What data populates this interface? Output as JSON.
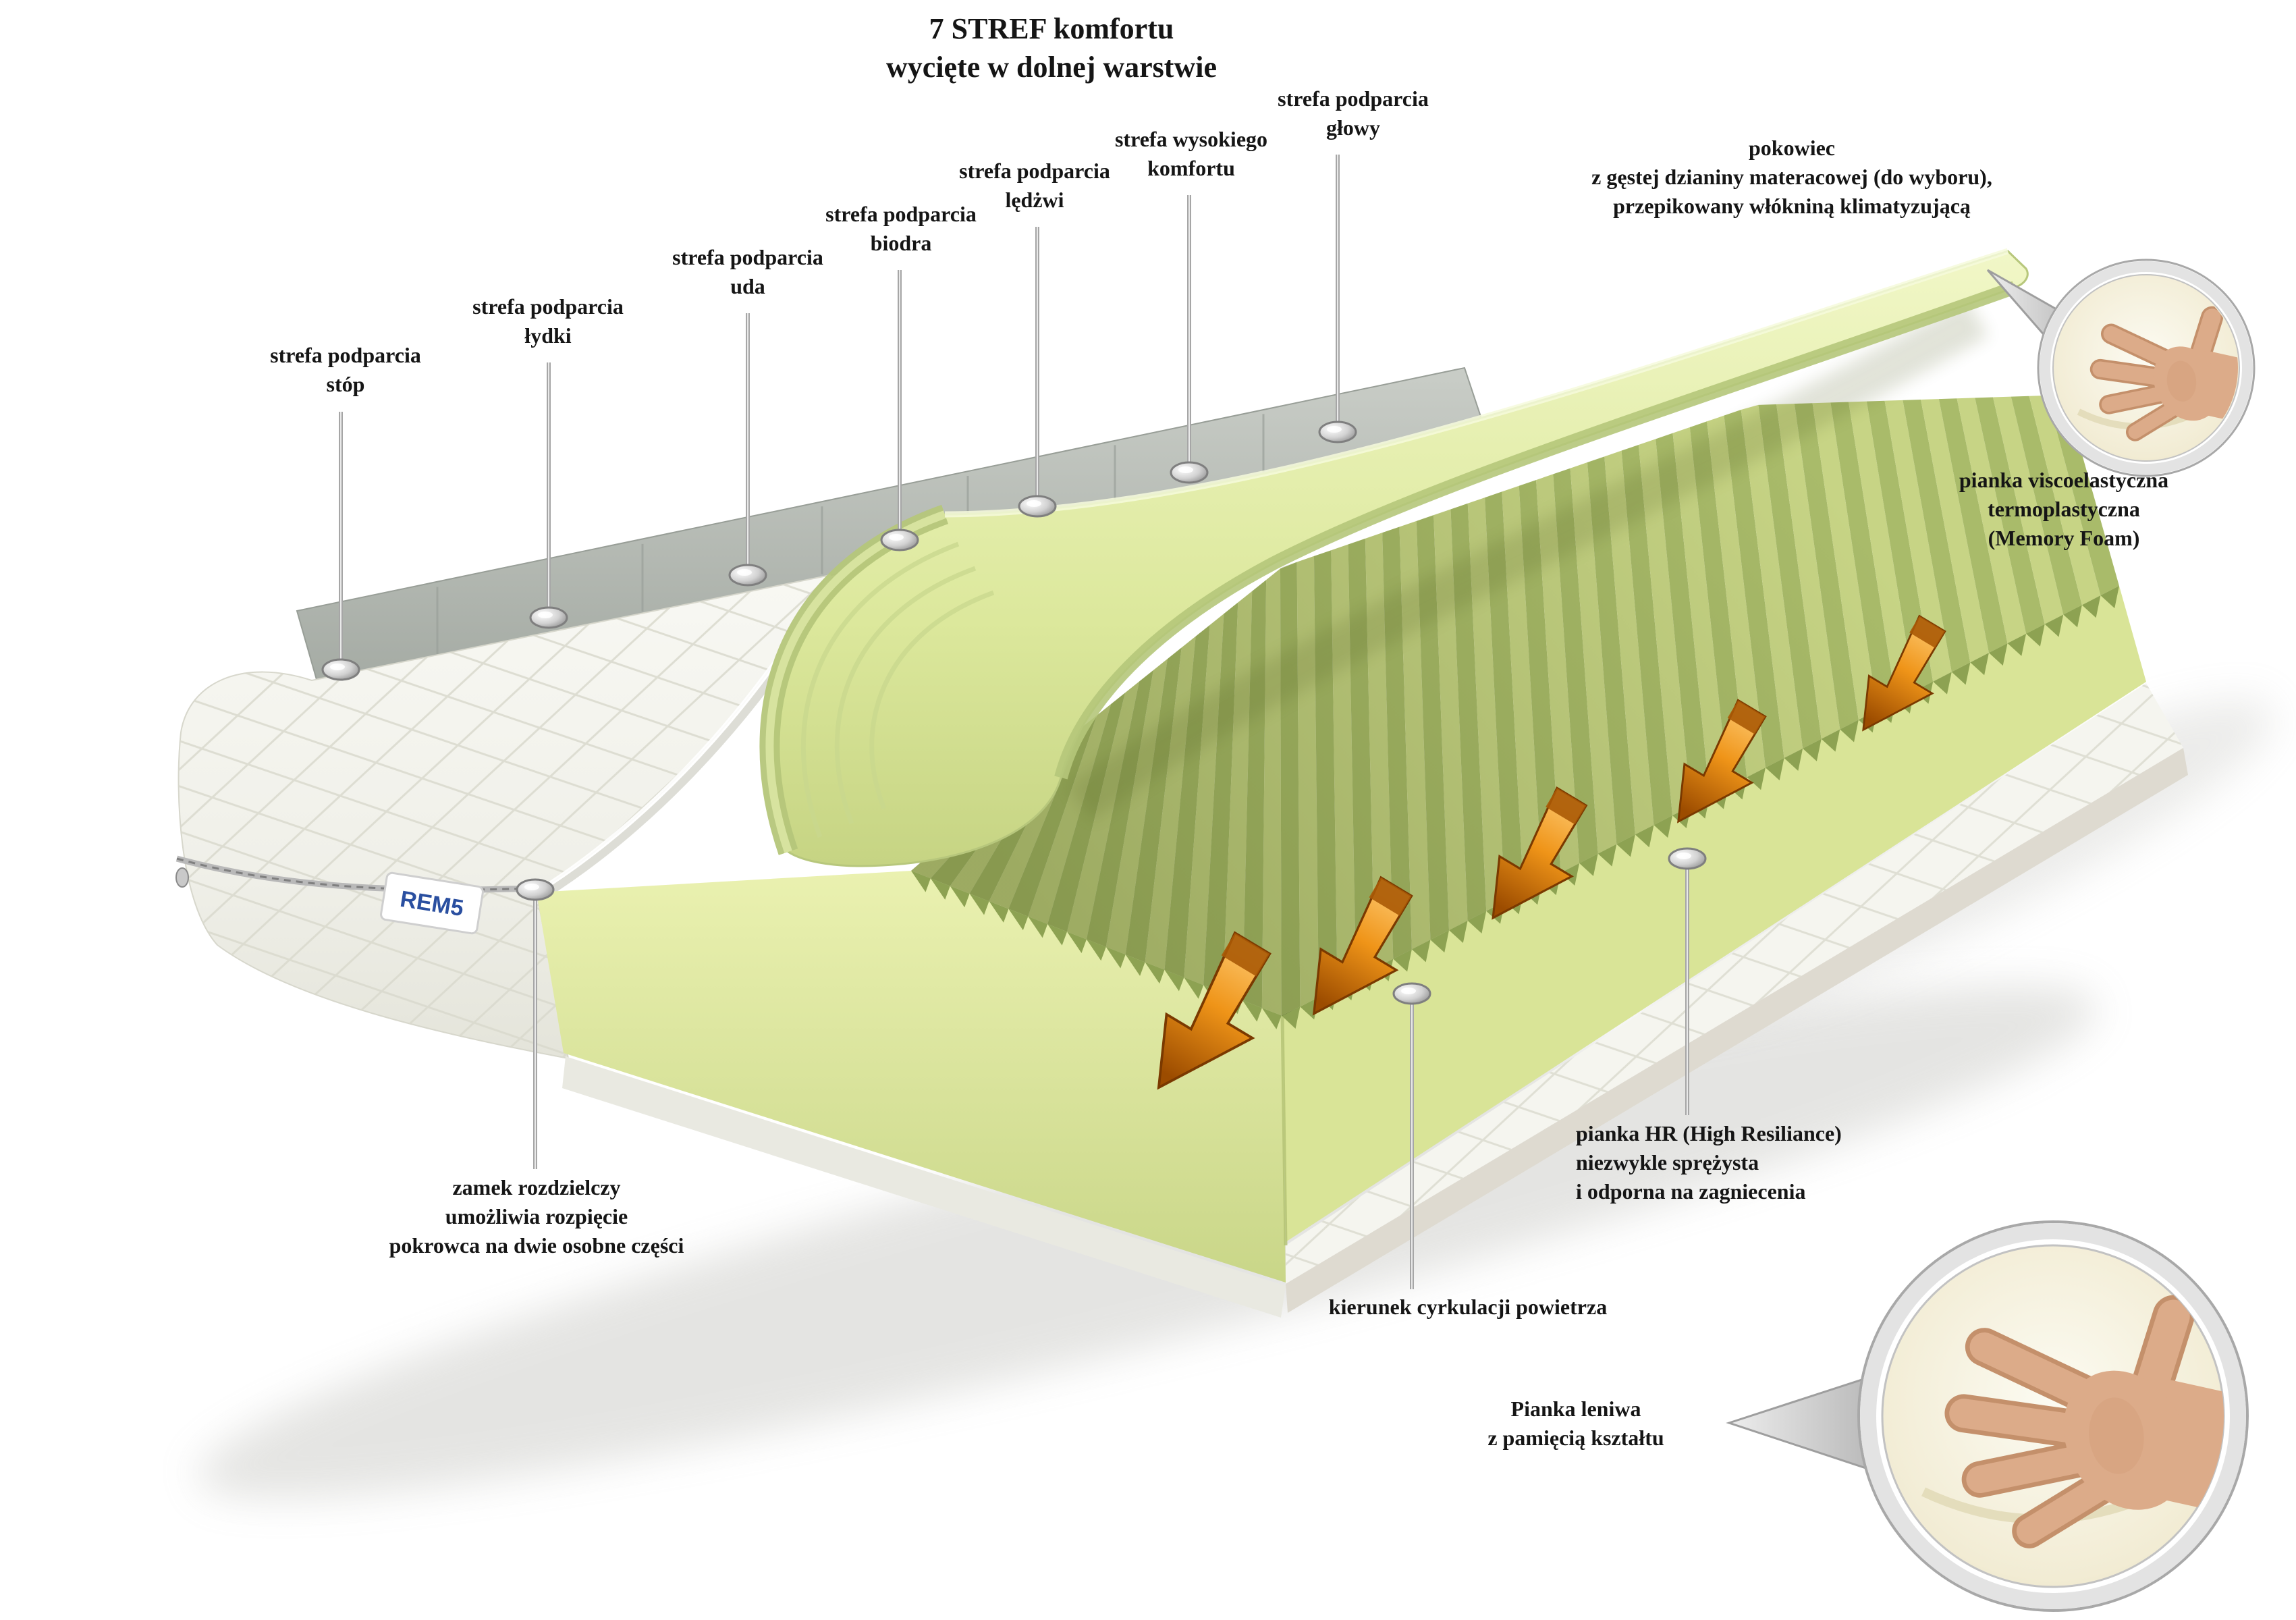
{
  "diagram": {
    "title": "7 STREF komfortu\nwycięte w dolnej warstwie",
    "zones": [
      {
        "id": "stopy",
        "label": "strefa podparcia\nstóp"
      },
      {
        "id": "lydki",
        "label": "strefa podparcia\nłydki"
      },
      {
        "id": "uda",
        "label": "strefa podparcia\nuda"
      },
      {
        "id": "biodra",
        "label": "strefa podparcia\nbiodra"
      },
      {
        "id": "ledzwie",
        "label": "strefa podparcia\nlędżwi"
      },
      {
        "id": "wysoki-komfort",
        "label": "strefa wysokiego\nkomfortu"
      },
      {
        "id": "glowa",
        "label": "strefa podparcia\ngłowy"
      }
    ],
    "callouts": {
      "cover": "pokowiec\nz gęstej dzianiny materacowej (do wyboru),\nprzepikowany włókniną klimatyzującą",
      "memory_foam": "pianka viscoelastyczna\ntermoplastyczna (Memory Foam)",
      "hr_foam": "pianka HR (High Resiliance)\nniezwykle sprężysta\ni odporna na zagniecenia",
      "air_flow": "kierunek cyrkulacji powietrza",
      "lazy_foam": "Pianka leniwa\nz pamięcią kształtu",
      "zipper": "zamek rozdzielczy\numożliwia rozpięcie\npokrowca na dwie osobne części"
    },
    "brand": "REM5",
    "colors": {
      "foam_green": "#dce89c",
      "ridge_green_dark": "#a9bb6a",
      "accent_orange": "#e8860f",
      "cover_gray": "#b9beb8",
      "text": "#151515"
    }
  }
}
